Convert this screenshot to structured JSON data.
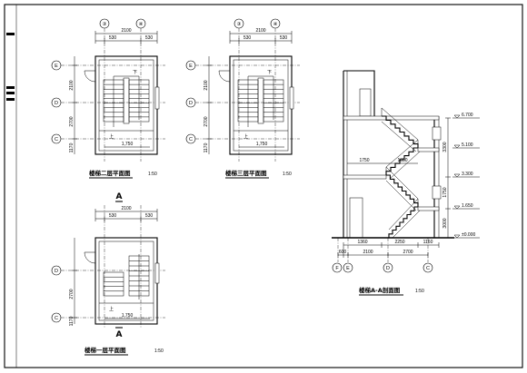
{
  "plan_2f": {
    "title": "楼梯二层平面图",
    "scale": "1:50",
    "axis_top": [
      "③",
      "④"
    ],
    "axis_left": [
      "E",
      "D",
      "C"
    ],
    "dim_top_total": "2100",
    "dim_top_parts": [
      "530",
      "530"
    ],
    "dim_left": [
      "2100",
      "2700",
      "1170"
    ],
    "dim_bottom": "1,750",
    "up_label": "上",
    "down_label": "下"
  },
  "plan_3f": {
    "title": "楼梯三层平面图",
    "scale": "1:50",
    "axis_top": [
      "③",
      "④"
    ],
    "axis_left": [
      "E",
      "D",
      "C"
    ],
    "dim_top_total": "2100",
    "dim_top_parts": [
      "530",
      "530"
    ],
    "dim_left": [
      "2100",
      "2700",
      "1170"
    ],
    "dim_bottom": "1,750",
    "up_label": "上",
    "down_label": "下"
  },
  "plan_1f": {
    "title": "楼梯一层平面图",
    "scale": "1:50",
    "section_mark": "A",
    "axis_left": [
      "D",
      "C"
    ],
    "dim_top_total": "2100",
    "dim_top_parts": [
      "530",
      "530"
    ],
    "dim_left": [
      "2700",
      "1170"
    ],
    "dim_bottom": "1,750",
    "up_label": "上"
  },
  "section_aa": {
    "title": "楼梯A-A剖面图",
    "scale": "1:50",
    "axis_bottom": [
      "F",
      "E",
      "D",
      "C"
    ],
    "dim_bottom_parts": [
      "1360",
      "2250",
      "1160"
    ],
    "dim_bottom_axes": [
      "600",
      "2100",
      "2700"
    ],
    "dim_floor": [
      "1750",
      "1050"
    ],
    "dim_right": [
      "3300",
      "1750",
      "3000"
    ],
    "elevations": [
      "6.700",
      "5.100",
      "3.300",
      "1.650",
      "±0.000"
    ]
  }
}
